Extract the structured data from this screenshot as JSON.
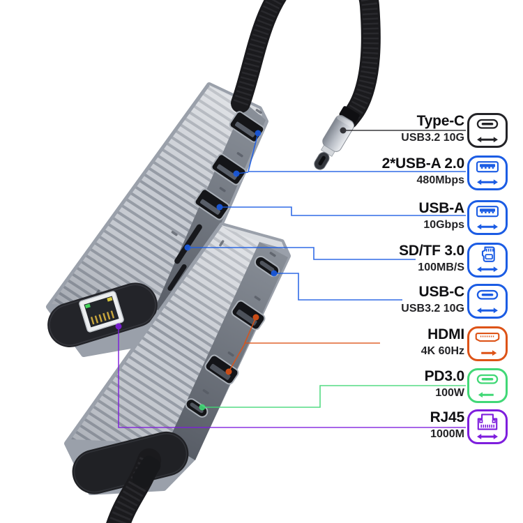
{
  "scene": {
    "background": "#ffffff",
    "objects": [
      "aluminum-hub-rear-view",
      "aluminum-hub-front-view",
      "braided-type-c-cable",
      "rj45-ethernet-jack"
    ]
  },
  "ports": [
    {
      "name": "Type-C",
      "spec": "USB3.2 10G",
      "color": "#232327",
      "icon": "usb-c-plug",
      "arrow": "both"
    },
    {
      "name": "2*USB-A 2.0",
      "spec": "480Mbps",
      "color": "#1b5ce4",
      "icon": "usb-a",
      "arrow": "both"
    },
    {
      "name": "USB-A",
      "spec": "10Gbps",
      "color": "#1b5ce4",
      "icon": "usb-a",
      "arrow": "both"
    },
    {
      "name": "SD/TF 3.0",
      "spec": "100MB/S",
      "color": "#1b5ce4",
      "icon": "sd-card",
      "arrow": "both"
    },
    {
      "name": "USB-C",
      "spec": "USB3.2 10G",
      "color": "#1b5ce4",
      "icon": "usb-c-plug",
      "arrow": "both"
    },
    {
      "name": "HDMI",
      "spec": "4K 60Hz",
      "color": "#dd5317",
      "icon": "hdmi",
      "arrow": "right"
    },
    {
      "name": "PD3.0",
      "spec": "100W",
      "color": "#41d876",
      "icon": "usb-c-plug",
      "arrow": "left"
    },
    {
      "name": "RJ45",
      "spec": "1000M",
      "color": "#7e1edd",
      "icon": "rj45",
      "arrow": "both"
    }
  ]
}
